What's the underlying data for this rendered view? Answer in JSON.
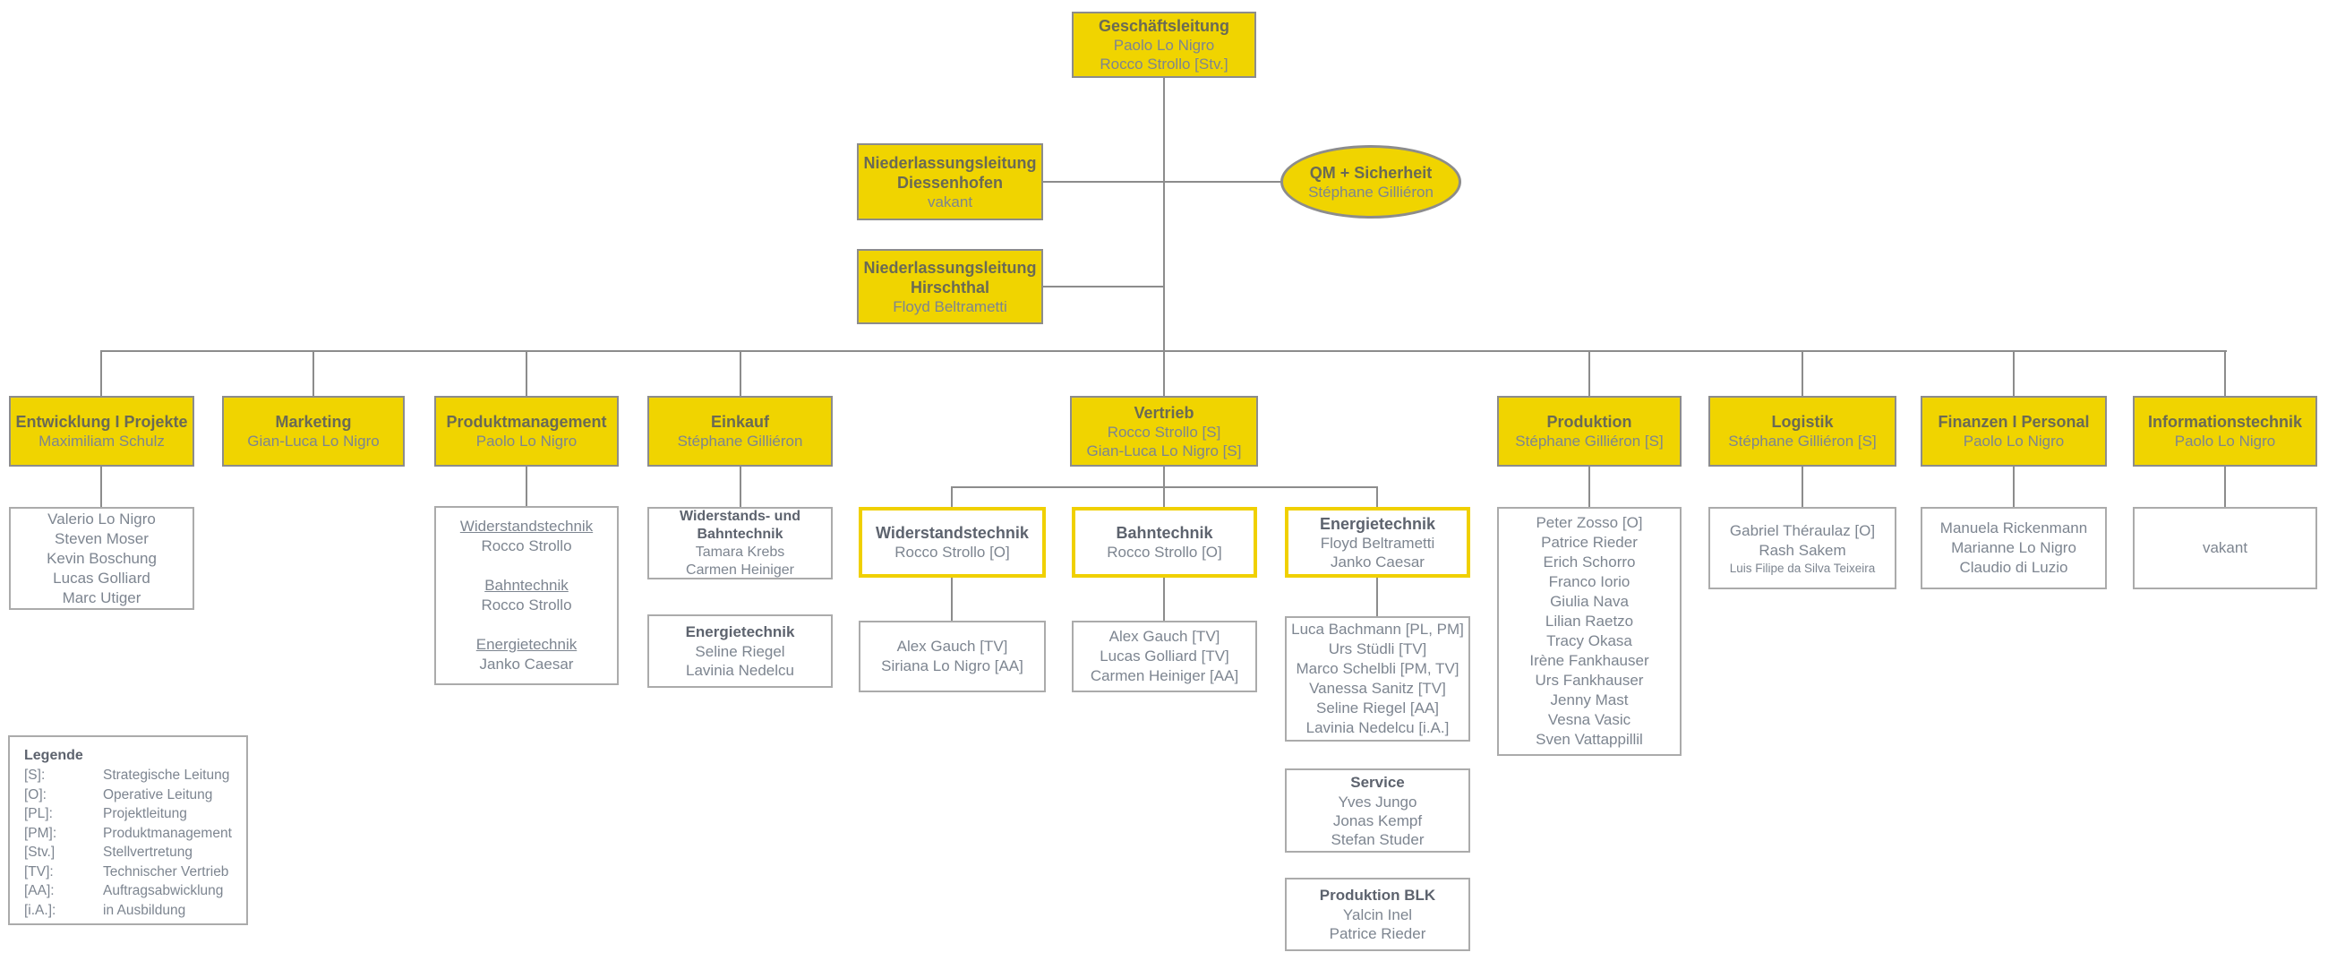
{
  "palette": {
    "box_yellow": "#F0D400",
    "yellow_border": "#F0D000",
    "gray_border": "#8C8C8C",
    "white_box_border": "#ABABAB",
    "title_text": "#6A6A55",
    "name_text": "#7D8590"
  },
  "nodes": {
    "gl": {
      "title": "Geschäftsleitung",
      "names": [
        "Paolo Lo Nigro",
        "Rocco Strollo [Stv.]"
      ]
    },
    "nl_diessenhofen": {
      "title": "Niederlassungsleitung\nDiessenhofen",
      "names": [
        "vakant"
      ]
    },
    "qm": {
      "title": "QM + Sicherheit",
      "names": [
        "Stéphane Gilliéron"
      ]
    },
    "nl_hirschthal": {
      "title": "Niederlassungsleitung\nHirschthal",
      "names": [
        "Floyd Beltrametti"
      ]
    },
    "entwicklung": {
      "title": "Entwicklung I Projekte",
      "names": [
        "Maximiliam Schulz"
      ],
      "team": [
        "Valerio Lo Nigro",
        "Steven Moser",
        "Kevin Boschung",
        "Lucas Golliard",
        "Marc Utiger"
      ]
    },
    "marketing": {
      "title": "Marketing",
      "names": [
        "Gian-Luca Lo Nigro"
      ]
    },
    "produktmanagement": {
      "title": "Produktmanagement",
      "names": [
        "Paolo Lo Nigro"
      ],
      "groups": [
        {
          "heading": "Widerstandstechnik",
          "name": "Rocco Strollo"
        },
        {
          "heading": "Bahntechnik",
          "name": "Rocco Strollo"
        },
        {
          "heading": "Energietechnik",
          "name": "Janko Caesar"
        }
      ]
    },
    "einkauf": {
      "title": "Einkauf",
      "names": [
        "Stéphane Gilliéron"
      ],
      "sub1": {
        "title": "Widerstands- und\nBahntechnik",
        "names": [
          "Tamara Krebs",
          "Carmen Heiniger"
        ]
      },
      "sub2": {
        "title": "Energietechnik",
        "names": [
          "Seline Riegel",
          "Lavinia Nedelcu"
        ]
      }
    },
    "vertrieb": {
      "title": "Vertrieb",
      "names": [
        "Rocco Strollo [S]",
        "Gian-Luca Lo Nigro [S]"
      ]
    },
    "v_widerstand": {
      "title": "Widerstandstechnik",
      "names": [
        "Rocco Strollo [O]"
      ],
      "team": [
        "Alex Gauch [TV]",
        "Siriana Lo Nigro [AA]"
      ]
    },
    "v_bahn": {
      "title": "Bahntechnik",
      "names": [
        "Rocco Strollo [O]"
      ],
      "team": [
        "Alex Gauch [TV]",
        "Lucas Golliard [TV]",
        "Carmen Heiniger [AA]"
      ]
    },
    "v_energie": {
      "title": "Energietechnik",
      "names": [
        "Floyd Beltrametti",
        "Janko Caesar"
      ],
      "team": [
        "Luca Bachmann [PL, PM]",
        "Urs Stüdli [TV]",
        "Marco Schelbli [PM, TV]",
        "Vanessa Sanitz [TV]",
        "Seline Riegel [AA]",
        "Lavinia Nedelcu [i.A.]"
      ]
    },
    "service": {
      "title": "Service",
      "names": [
        "Yves Jungo",
        "Jonas Kempf",
        "Stefan Studer"
      ]
    },
    "produktion_blk": {
      "title": "Produktion BLK",
      "names": [
        "Yalcin Inel",
        "Patrice Rieder"
      ]
    },
    "produktion": {
      "title": "Produktion",
      "names": [
        "Stéphane Gilliéron [S]"
      ],
      "team": [
        "Peter Zosso [O]",
        "Patrice Rieder",
        "Erich Schorro",
        "Franco Iorio",
        "Giulia Nava",
        "Lilian Raetzo",
        "Tracy Okasa",
        "Irène Fankhauser",
        "Urs Fankhauser",
        "Jenny Mast",
        "Vesna Vasic",
        "Sven Vattappillil"
      ]
    },
    "logistik": {
      "title": "Logistik",
      "names": [
        "Stéphane Gilliéron [S]"
      ],
      "team": [
        "Gabriel Théraulaz [O]",
        "Rash Sakem"
      ],
      "team_small": [
        "Luis Filipe da Silva Teixeira"
      ]
    },
    "finanzen": {
      "title": "Finanzen I Personal",
      "names": [
        "Paolo Lo Nigro"
      ],
      "team": [
        "Manuela Rickenmann",
        "Marianne Lo Nigro",
        "Claudio di Luzio"
      ]
    },
    "it": {
      "title": "Informationstechnik",
      "names": [
        "Paolo Lo Nigro"
      ],
      "team": [
        "vakant"
      ]
    }
  },
  "legend": {
    "title": "Legende",
    "entries": [
      {
        "code": "[S]:",
        "label": "Strategische Leitung"
      },
      {
        "code": "[O]:",
        "label": "Operative Leitung"
      },
      {
        "code": "[PL]:",
        "label": "Projektleitung"
      },
      {
        "code": "[PM]:",
        "label": "Produktmanagement"
      },
      {
        "code": "[Stv.]",
        "label": "Stellvertretung"
      },
      {
        "code": "[TV]:",
        "label": "Technischer Vertrieb"
      },
      {
        "code": "[AA]:",
        "label": "Auftragsabwicklung"
      },
      {
        "code": "[i.A.]:",
        "label": "in Ausbildung"
      }
    ]
  }
}
